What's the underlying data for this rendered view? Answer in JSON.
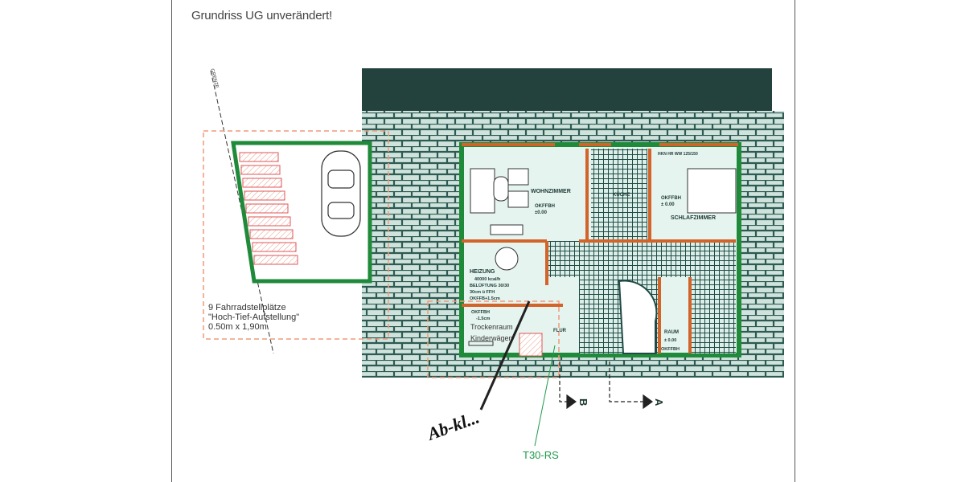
{
  "page": {
    "title": "Grundriss UG unverändert!"
  },
  "plan": {
    "bike_note": {
      "line1": "9 Fahrradstellplätze",
      "line2": "\"Hoch-Tief-Aufstellung\"",
      "line3": "0.50m x 1,90m"
    },
    "rooms": {
      "wohnzimmer": "WOHNZIMMER",
      "wohn_level_label": "OKFFBH",
      "wohn_level": "±0.00",
      "kueche": "KÜCHE",
      "schlafzimmer": "SCHLAFZIMMER",
      "schlaf_level_label": "OKFFBH",
      "schlaf_level": "± 0.00",
      "schlaf_note": "HKN  HR   WW 125/150",
      "heizung": "HEIZUNG",
      "heizung_power": "40000 kcal/h",
      "heizung_vent": "BELÜFTUNG 30/30",
      "heizung_height": "30cm ü FFH",
      "heizung_level": "OKFFB+1.5cm",
      "trocken_level_label": "OKFFBH",
      "trocken_level": "-1.5cm",
      "trockenraum": "Trockenraum",
      "kinderwaegen": "Kinderwägen",
      "flur": "FLUR",
      "raum": "RAUM",
      "raum_level": "± 0.00",
      "raum_level_label": "OKFFBH"
    },
    "section_marks": {
      "b": "B",
      "a": "A"
    },
    "grenze_label": "GRENZE",
    "annotation_green": "T30-RS",
    "handwritten_signature": "Ab-kl..."
  },
  "colors": {
    "wall_green": "#1f8a3a",
    "wall_orange": "#d2642a",
    "dashed_orange": "#f19a7a",
    "tile_dark": "#1f4a45",
    "annotation_green": "#1f9a4a"
  }
}
